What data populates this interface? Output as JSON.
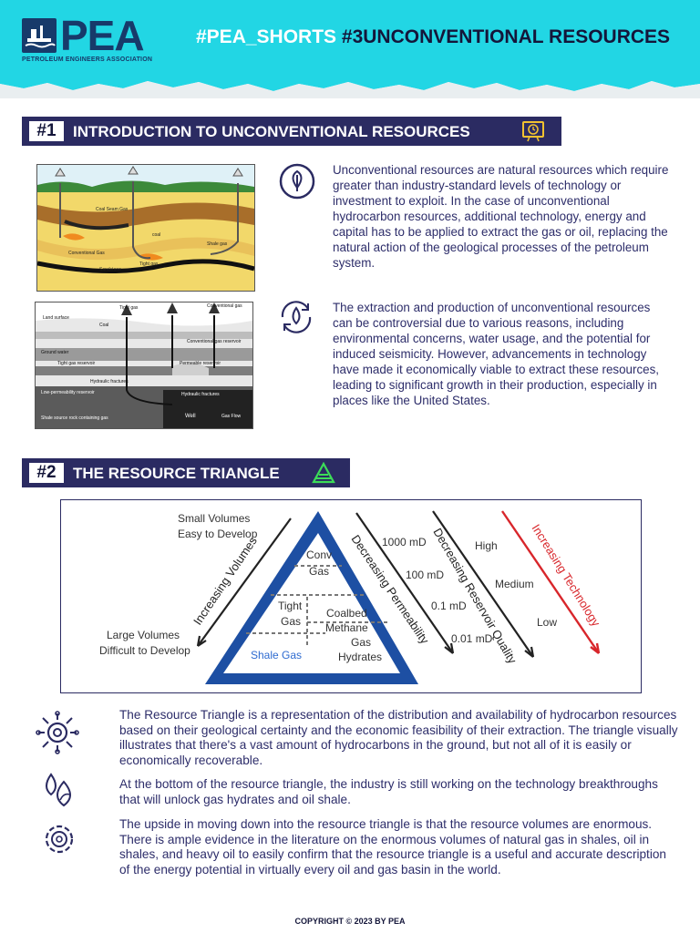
{
  "header": {
    "logo_text": "PEA",
    "logo_subtitle": "PETROLEUM ENGINEERS ASSOCIATION",
    "title_hash": "#PEA_SHORTS",
    "title_main": "#3UNCONVENTIONAL RESOURCES"
  },
  "section1": {
    "badge": "#1",
    "title": "INTRODUCTION TO UNCONVENTIONAL RESOURCES",
    "para1": "Unconventional resources are natural resources which require greater than industry-standard levels of technology or investment to exploit. In the case of unconventional hydrocarbon resources, additional technology, energy and capital has to be applied to extract the gas or oil, replacing the natural action of the geological processes of the petroleum system.",
    "para2": "The extraction and production of unconventional resources can be controversial due to various reasons, including environmental concerns, water usage, and the potential for induced seismicity. However, advancements in technology have made it economically viable to extract these resources, leading to significant growth in their production, especially in places like the United States.",
    "fig1_labels": {
      "coal_seam_gas": "Coal Seam Gas",
      "coal": "coal",
      "shale_gas": "Shale gas",
      "conventional_gas": "Conventional Gas",
      "sandstone": "Sandstone",
      "tight_gas": "Tight gas"
    },
    "fig2_labels": {
      "tight_gas": "Tight gas",
      "conventional_gas": "Conventional gas",
      "land_surface": "Land surface",
      "coal": "Coal",
      "conventional_reservoir": "Conventional gas reservoir",
      "ground_water": "Ground water",
      "tight_reservoir": "Tight gas reservoir",
      "permeable_reservoir": "Permeable reservoir",
      "hydraulic_fractures": "Hydraulic fractures",
      "low_perm": "Low-permeability reservoir",
      "shale_source": "Shale source rock containing gas",
      "hydraulic_fractures2": "Hydraulic fractures",
      "well": "Well",
      "gas_flow": "Gas Flow"
    }
  },
  "section2": {
    "badge": "#2",
    "title": "THE RESOURCE TRIANGLE",
    "triangle": {
      "small_volumes": "Small Volumes",
      "easy_develop": "Easy to Develop",
      "large_volumes": "Large Volumes",
      "difficult_develop": "Difficult to Develop",
      "increasing_volumes": "Increasing Volumes",
      "conv": "Conv",
      "gas": "Gas",
      "tight": "Tight",
      "tight_gas": "Gas",
      "coalbed": "Coalbed",
      "methane": "Methane",
      "shale_gas": "Shale Gas",
      "gas_word": "Gas",
      "hydrates": "Hydrates",
      "decreasing_permeability": "Decreasing Permeability",
      "perm_values": [
        "1000 mD",
        "100 mD",
        "0.1 mD",
        "0.01 mD"
      ],
      "decreasing_quality": "Decreasing Reservoir Quality",
      "quality_values": [
        "High",
        "Medium",
        "Low"
      ],
      "increasing_technology": "Increasing Technology"
    },
    "para1": "The Resource Triangle is a representation of the distribution and availability of hydrocarbon resources based on their geological certainty and the economic feasibility of their extraction. The triangle visually illustrates that there's a vast amount of hydrocarbons in the ground, but not all of it is easily or economically recoverable.",
    "para2": "At the bottom of the resource triangle, the industry is still  working on the technology breakthroughs that will unlock gas hydrates and oil shale.",
    "para3": "The upside in moving down into the resource triangle is that the resource volumes are enormous. There is ample evidence in the literature on the enormous volumes of natural gas in shales, oil in shales, and heavy oil to easily confirm that the resource triangle is a useful and accurate description of the energy potential in virtually every oil and gas basin in the world."
  },
  "footer": {
    "copyright": "COPYRIGHT © 2023 BY PEA"
  },
  "colors": {
    "cyan": "#22d6e4",
    "navy": "#2b2b62",
    "triangle_blue": "#1d4fa3",
    "tech_red": "#d8262b"
  }
}
